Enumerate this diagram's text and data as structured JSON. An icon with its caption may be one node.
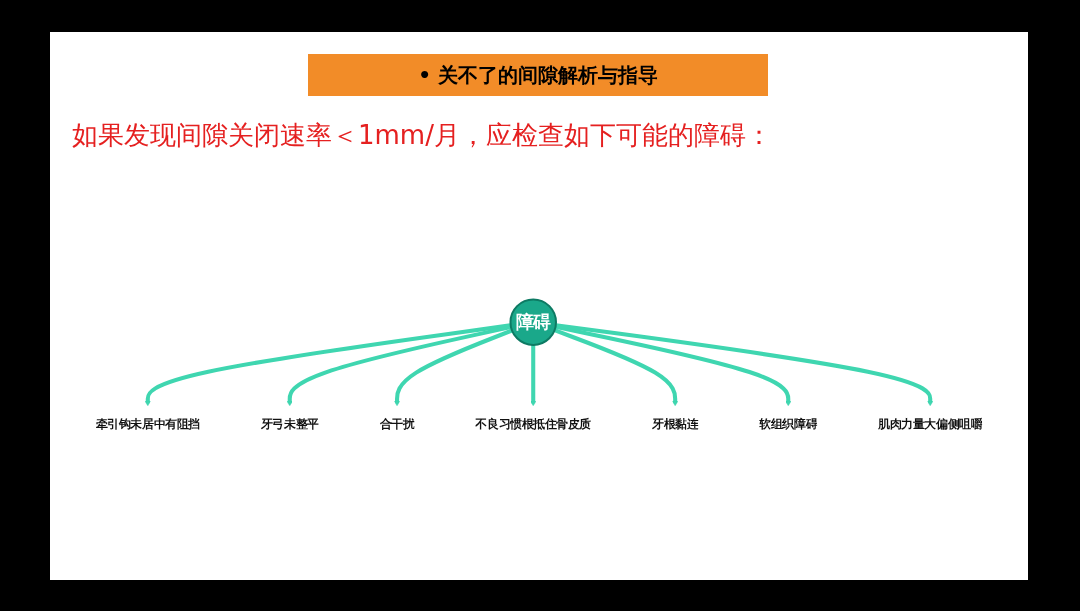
{
  "diagram": {
    "title": "• 关不了的间隙解析与指导",
    "nodes": [
      {
        "text": [
          "障碍"
        ]
      },
      {
        "text": [
          "牵引钩未居中有阻挡"
        ]
      },
      {
        "text": [
          "牙弓未整平"
        ]
      },
      {
        "text": [
          "合干扰"
        ]
      },
      {
        "text": [
          "不良习惯根抵住骨皮质"
        ]
      },
      {
        "text": [
          "牙根黏连"
        ]
      },
      {
        "text": [
          "软组织障碍"
        ]
      },
      {
        "text": [
          "肌肉力量大偏侧咀嚼"
        ]
      }
    ],
    "edges": [
      {
        "from": 0,
        "to": 1,
        "arrow": "to"
      },
      {
        "from": 0,
        "to": 2,
        "arrow": "to"
      },
      {
        "from": 0,
        "to": 3,
        "arrow": "to"
      },
      {
        "from": 0,
        "to": 4,
        "arrow": "to"
      },
      {
        "from": 0,
        "to": 5,
        "arrow": "to"
      },
      {
        "from": 0,
        "to": 6,
        "arrow": "to"
      },
      {
        "from": 0,
        "to": 7,
        "arrow": "to"
      }
    ],
    "labels": [
      "如果发现间隙关闭速率＜1mm/月，应检查如下可能的障碍："
    ]
  }
}
